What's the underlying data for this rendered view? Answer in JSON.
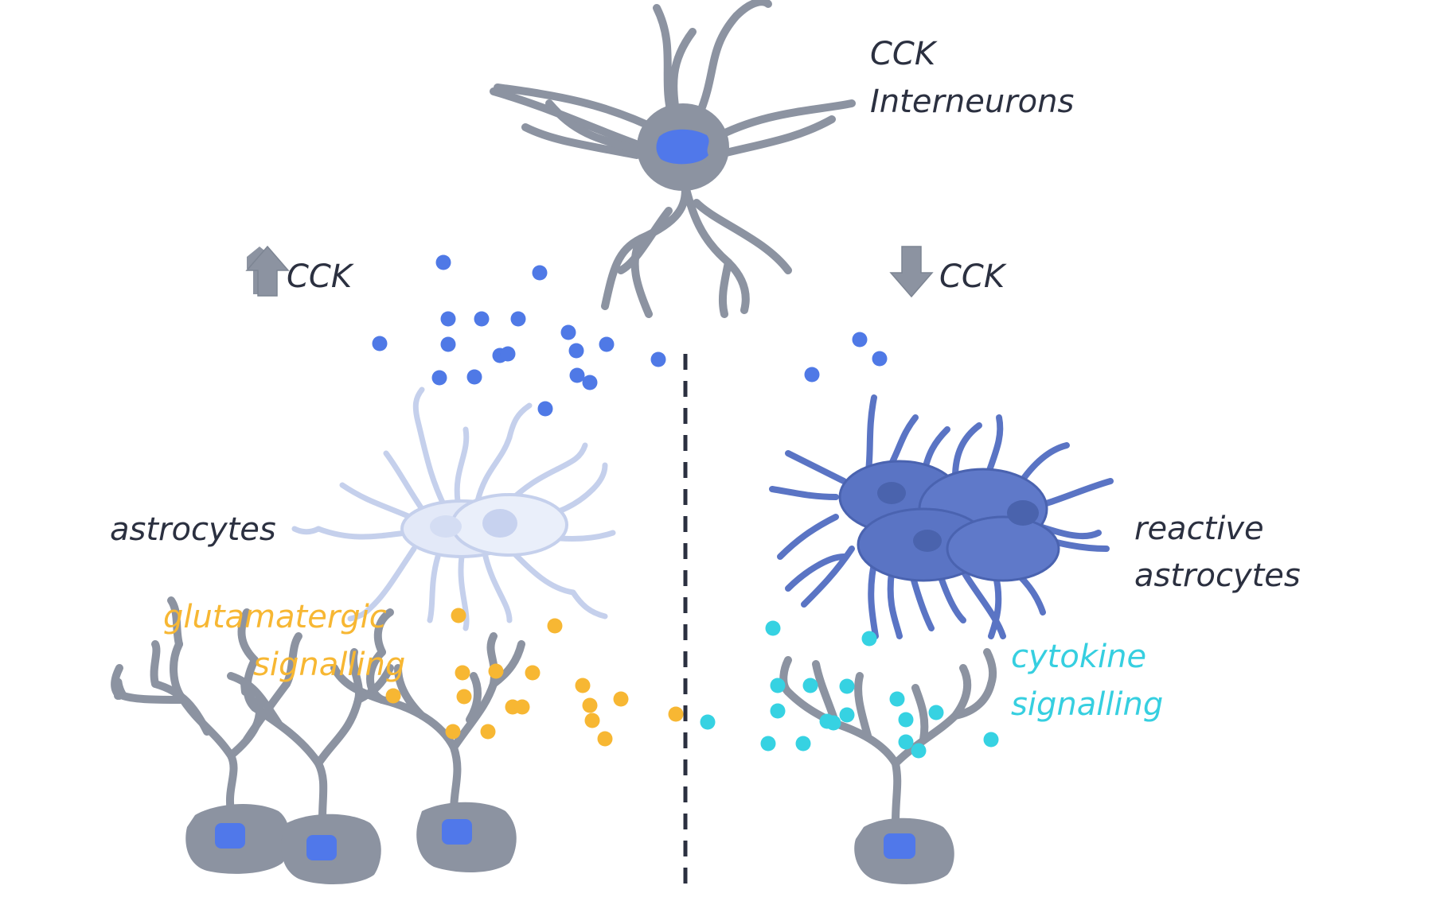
{
  "labels": {
    "interneurons_line1": "CCK",
    "interneurons_line2": "Interneurons",
    "cck_up": "CCK",
    "cck_down": "CCK",
    "astrocytes": "astrocytes",
    "reactive_line1": "reactive",
    "reactive_line2": "astrocytes",
    "glutamatergic_line1": "glutamatergic",
    "glutamatergic_line2": "signalling",
    "cytokine_line1": "cytokine",
    "cytokine_line2": "signalling"
  },
  "colors": {
    "neuron_gray": "#8c93a1",
    "nucleus_blue": "#5078ea",
    "cck_dot": "#4f79e6",
    "glutamate_dot": "#f7b733",
    "cytokine_dot": "#36d2e2",
    "astrocyte_light": "#dfe6f7",
    "astrocyte_reactive": "#5a74c4",
    "arrow_gray": "#8c93a1",
    "divider": "#2b3040",
    "text_dark": "#2b3040",
    "text_orange": "#f7b733",
    "text_cyan": "#36cfe0"
  },
  "icons": {
    "increase": "up-arrow-icon",
    "decrease": "down-arrow-icon"
  }
}
